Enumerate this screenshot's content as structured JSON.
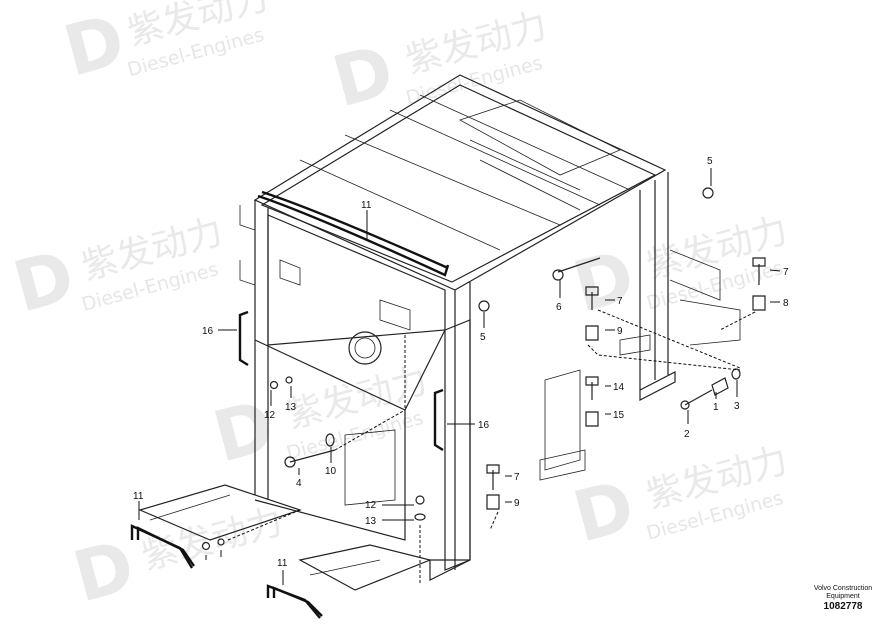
{
  "watermark": {
    "brand": "紫发动力",
    "sub": "Diesel-Engines"
  },
  "callouts": [
    "1",
    "2",
    "3",
    "4",
    "5",
    "5",
    "6",
    "7",
    "7",
    "7",
    "8",
    "9",
    "9",
    "10",
    "11",
    "11",
    "11",
    "12",
    "12",
    "13",
    "13",
    "14",
    "15",
    "16",
    "16"
  ],
  "footer": {
    "line1": "Volvo Construction",
    "line2": "Equipment",
    "id": "1082778"
  }
}
